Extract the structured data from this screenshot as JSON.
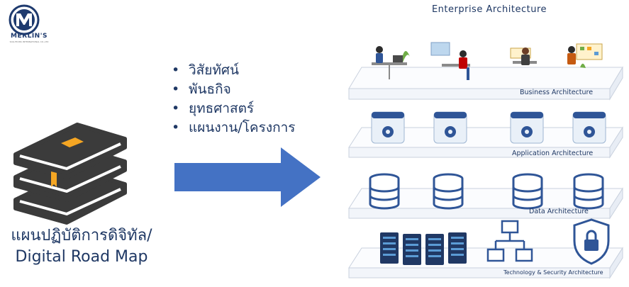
{
  "logo": {
    "name": "MERLIN'S",
    "subtitle": "SOLUTIONS INTERNATIONAL CO.,LTD"
  },
  "left": {
    "title_line1": "แผนปฏิบัติการดิจิทัล/",
    "title_line2": "Digital Road Map"
  },
  "bullets": [
    "วิสัยทัศน์",
    "พันธกิจ",
    "ยุทธศาสตร์",
    "แผนงาน/โครงการ"
  ],
  "enterprise_architecture": {
    "title": "Enterprise Architecture",
    "layers": [
      {
        "label": "Business Architecture",
        "icon": "people-at-desks-icon"
      },
      {
        "label": "Application Architecture",
        "icon": "app-window-gear-icon"
      },
      {
        "label": "Data Architecture",
        "icon": "database-icon"
      },
      {
        "label": "Technology & Security Architecture",
        "icon": "server-network-lock-icon"
      }
    ]
  },
  "colors": {
    "primary": "#1f3864",
    "arrow": "#4472c4",
    "book": "#3b3b3b",
    "accent": "#f5a623"
  }
}
